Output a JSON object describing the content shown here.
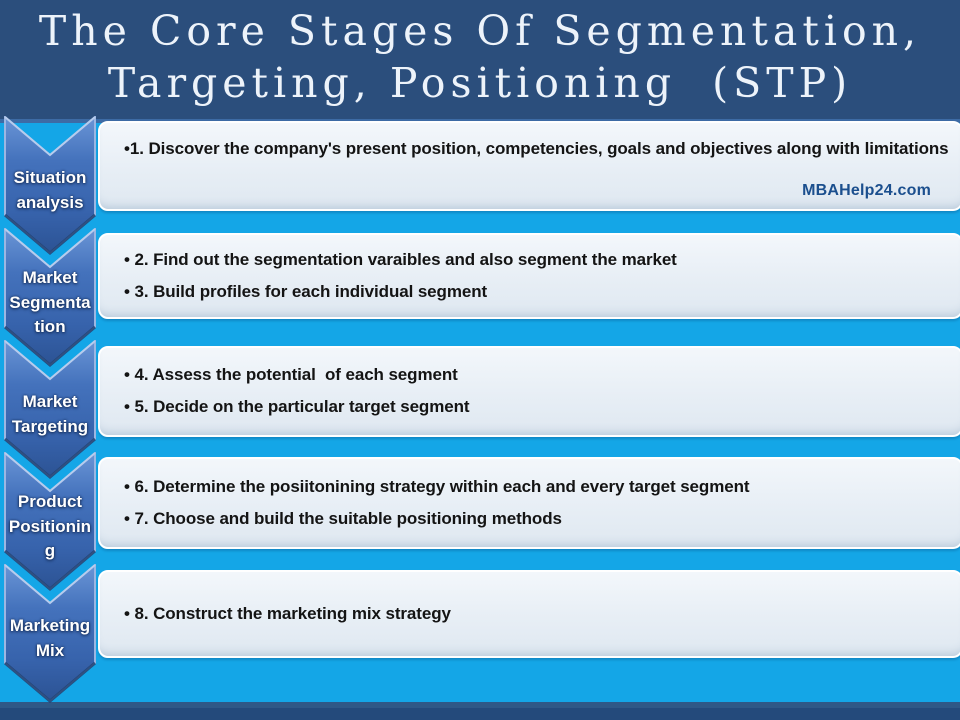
{
  "title": {
    "line1": "The Core Stages Of Segmentation,",
    "line2": "Targeting, Positioning  (STP)"
  },
  "watermark": "MBAHelp24.com",
  "colors": {
    "cyan": "#14a6e7",
    "navy": "#2b4e7c",
    "title_text": "#edf3fa",
    "chevron_blue": "#3a68b2",
    "chevron_edge": "#9cb6e2",
    "card_border": "#ffffff",
    "card_bg": "#e9f0f6",
    "text_dark": "#141414",
    "watermark_blue": "#1b4f8e"
  },
  "stages": [
    {
      "label": "Situation\nanalysis",
      "bullets": [
        "•1. Discover the company's present position, competencies, goals and objectives along with limitations"
      ]
    },
    {
      "label": "Market\nSegmenta\ntion",
      "bullets": [
        "• 2. Find out the segmentation varaibles and also segment the market",
        "• 3. Build profiles for each individual segment"
      ]
    },
    {
      "label": "Market\nTargeting",
      "bullets": [
        "• 4. Assess the potential  of each segment",
        "• 5. Decide on the particular target segment"
      ]
    },
    {
      "label": "Product\nPositionin\ng",
      "bullets": [
        "• 6. Determine the posiitonining strategy within each and every target segment",
        "• 7. Choose and build the suitable positioning methods"
      ]
    },
    {
      "label": "Marketing\nMix",
      "bullets": [
        "• 8. Construct the marketing mix strategy"
      ]
    }
  ]
}
